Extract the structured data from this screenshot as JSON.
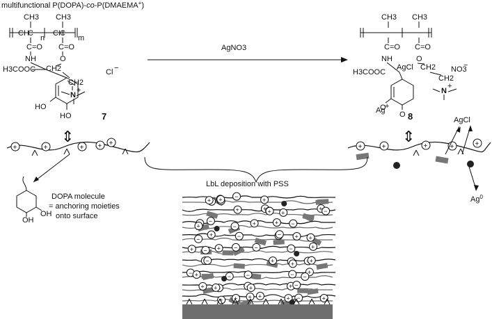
{
  "title": {
    "prefix": "multifunctional P(DOPA)-",
    "co": "co",
    "mid": "-P(DMAEMA",
    "sup": "+",
    "suffix": ")"
  },
  "left_structure": {
    "ch3": "CH3",
    "ch": "CH",
    "c": "C",
    "n": "n",
    "m": "m",
    "co": "C=O",
    "nh": "NH",
    "ester": "H3COOC",
    "o": "O",
    "ch2": "CH2",
    "counterion": "Cl",
    "counterion_charge": "−",
    "ho1": "HO",
    "ho2": "HO",
    "plus": "+",
    "number": "7"
  },
  "right_structure": {
    "agcl": "AgCl",
    "ester": "H3COOC",
    "counterion": "NO3",
    "counterion_charge": "−",
    "ag": "Ag",
    "ag_charge": "+",
    "quinone_o": "O",
    "number": "8"
  },
  "reaction": {
    "reagent": "AgNO3",
    "arrow": "→"
  },
  "equilibrium_symbol": "⇕",
  "dopa_note": {
    "line1": "DOPA molecule",
    "line2": "= anchoring moieties",
    "line3": "onto surface",
    "oh": "OH"
  },
  "products": {
    "agcl": "AgCl",
    "ag0": "Ag",
    "ag0_sup": "0"
  },
  "lbl_label": "LbL deposition with PSS",
  "colors": {
    "ink": "#111111",
    "pss": "#777777",
    "substrate": "#6e6e6e"
  }
}
